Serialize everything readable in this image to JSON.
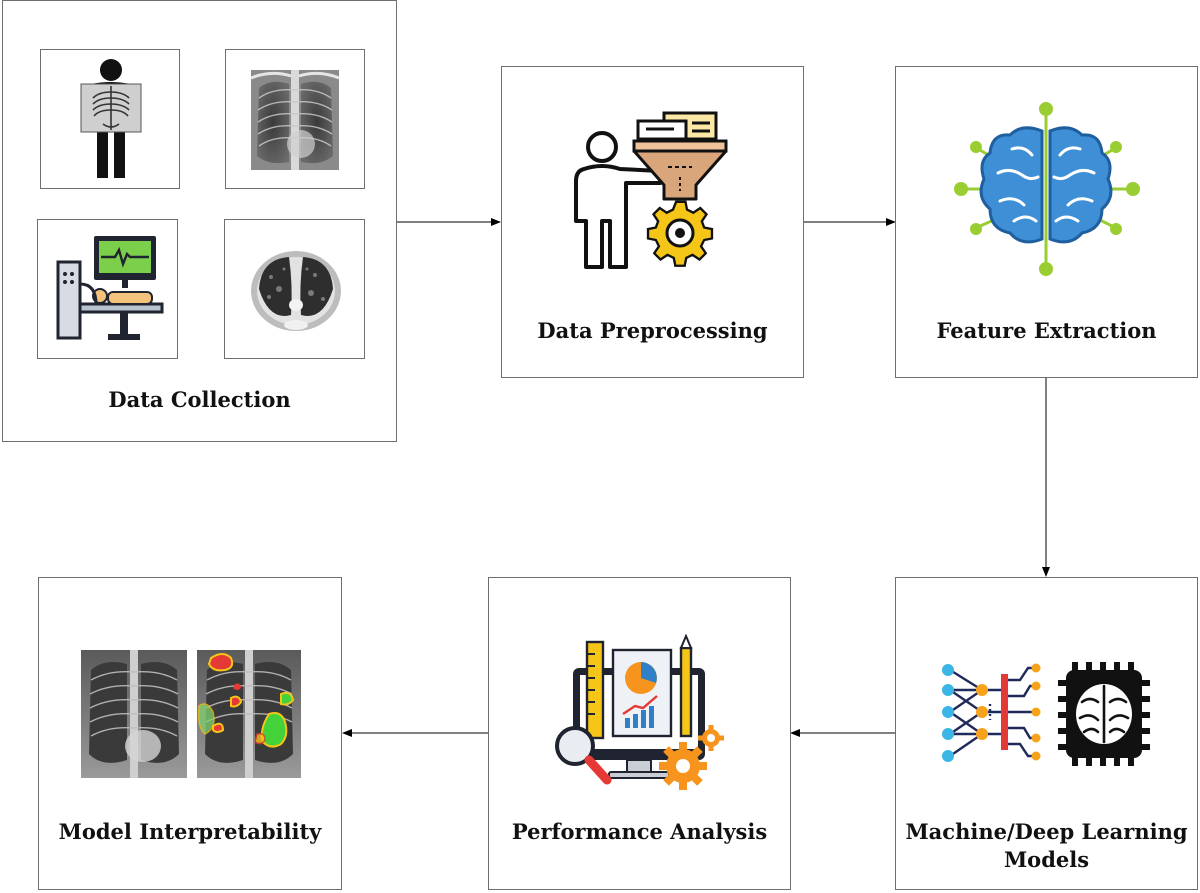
{
  "stages": {
    "data_collection": "Data Collection",
    "data_preprocessing": "Data Preprocessing",
    "feature_extraction": "Feature Extraction",
    "ml_models_line1": "Machine/Deep Learning",
    "ml_models_line2": "Models",
    "performance_analysis": "Performance Analysis",
    "model_interpretability": "Model Interpretability"
  },
  "icons": {
    "xray_person": "xray-person-icon",
    "chest_xray": "chest-xray-image",
    "ct_scanner": "ct-scanner-icon",
    "ct_scan": "ct-scan-image",
    "preprocessing": "person-funnel-gear-icon",
    "feature_extraction": "brain-network-icon",
    "ml_models": "neural-network-chip-icon",
    "performance": "analytics-dashboard-icon",
    "interpretability": "heatmap-xray-icon"
  },
  "colors": {
    "border": "#6f6f6f",
    "arrow": "#000000",
    "brain_blue": "#3f8fd6",
    "node_green": "#9acd32",
    "gear_yellow": "#f5c518",
    "gear_orange": "#f7941d",
    "heat_red": "#e53935",
    "heat_green": "#43d23a"
  }
}
